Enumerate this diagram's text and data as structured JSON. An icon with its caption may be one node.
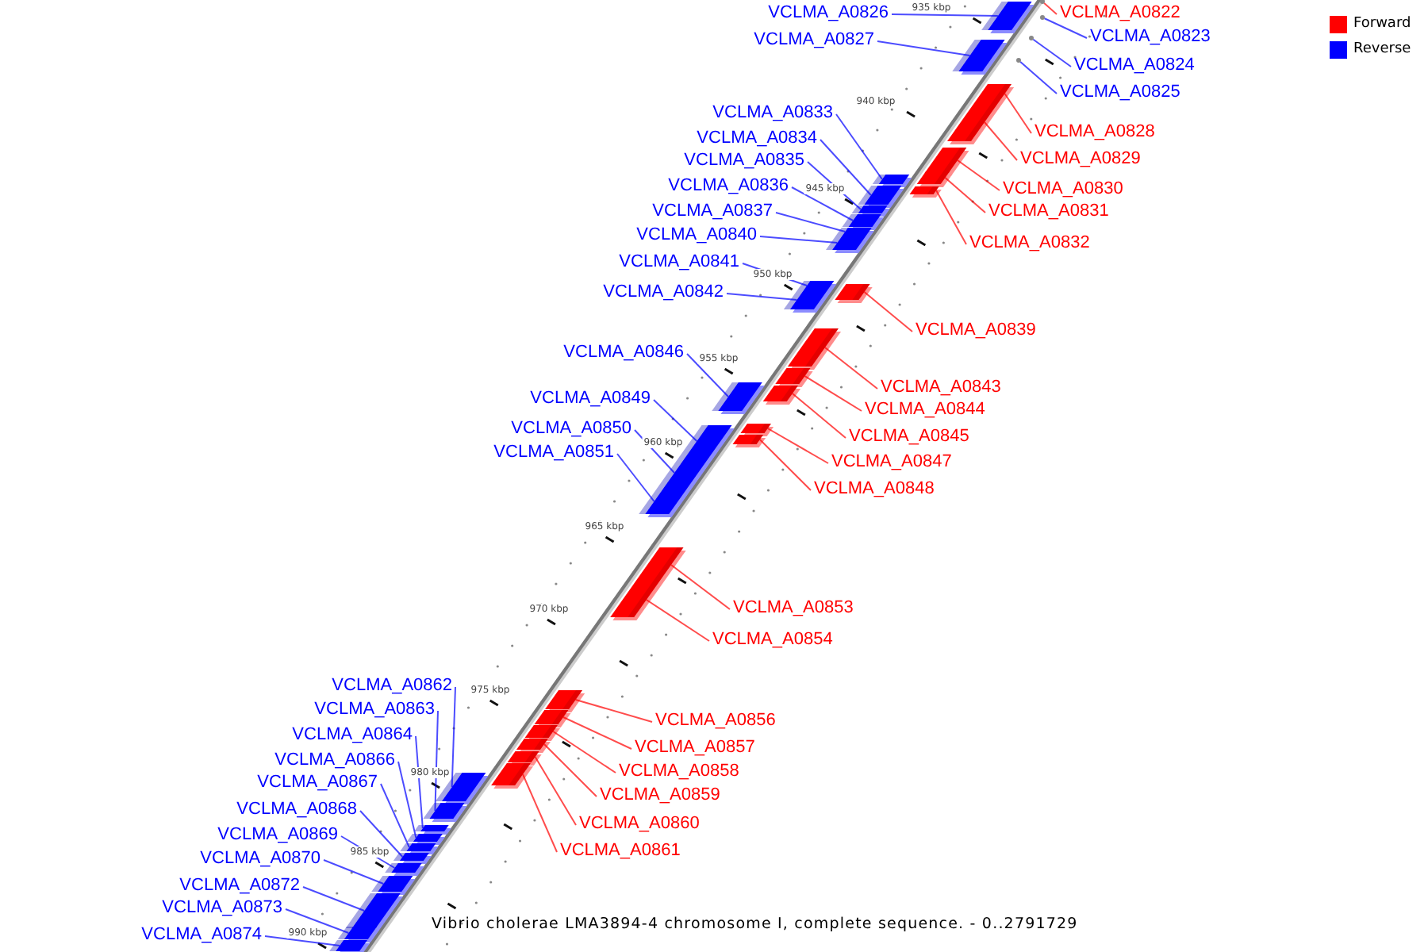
{
  "diagram": {
    "caption": "Vibrio cholerae LMA3894-4 chromosome I, complete sequence. - 0..2791729",
    "nodes": [
      {
        "text": [
          "VCLMA_A0822"
        ]
      },
      {
        "text": [
          "VCLMA_A0826"
        ]
      },
      {
        "text": [],
        "shape": "box"
      },
      {
        "text": [
          "VCLMA_A0823"
        ]
      },
      {
        "text": [
          "VCLMA_A0827"
        ]
      },
      {
        "text": [],
        "shape": "box"
      },
      {
        "text": [
          "VCLMA_A0824"
        ]
      },
      {
        "text": [
          "VCLMA_A0825"
        ]
      },
      {
        "text": [
          "VCLMA_A0833"
        ]
      },
      {
        "text": [],
        "shape": "box"
      },
      {
        "text": [
          "VCLMA_A0828"
        ]
      },
      {
        "text": [],
        "shape": "box"
      },
      {
        "text": [
          "VCLMA_A0834"
        ]
      },
      {
        "text": [],
        "shape": "box"
      },
      {
        "text": [
          "VCLMA_A0835"
        ]
      },
      {
        "text": [],
        "shape": "box"
      },
      {
        "text": [
          "VCLMA_A0829"
        ]
      },
      {
        "text": [],
        "shape": "box"
      },
      {
        "text": [
          "VCLMA_A0836"
        ]
      },
      {
        "text": [],
        "shape": "box"
      },
      {
        "text": [
          "VCLMA_A0830"
        ]
      },
      {
        "text": [],
        "shape": "box"
      },
      {
        "text": [
          "VCLMA_A0831"
        ]
      },
      {
        "text": [],
        "shape": "box"
      },
      {
        "text": [
          "VCLMA_A0837"
        ]
      },
      {
        "text": [],
        "shape": "box"
      },
      {
        "text": [
          "VCLMA_A0840"
        ]
      },
      {
        "text": [],
        "shape": "box"
      },
      {
        "text": [
          "VCLMA_A0832"
        ]
      },
      {
        "text": [],
        "shape": "box"
      },
      {
        "text": [
          "VCLMA_A0841"
        ]
      },
      {
        "text": [],
        "shape": "box"
      },
      {
        "text": [
          "VCLMA_A0842"
        ]
      },
      {
        "text": [],
        "shape": "box"
      },
      {
        "text": [
          "VCLMA_A0839"
        ]
      },
      {
        "text": [],
        "shape": "box"
      },
      {
        "text": [
          "VCLMA_A0846"
        ]
      },
      {
        "text": [],
        "shape": "box"
      },
      {
        "text": [
          "VCLMA_A0843"
        ]
      },
      {
        "text": [],
        "shape": "box"
      },
      {
        "text": [
          "VCLMA_A0849"
        ]
      },
      {
        "text": [],
        "shape": "box"
      },
      {
        "text": [
          "VCLMA_A0844"
        ]
      },
      {
        "text": [],
        "shape": "box"
      },
      {
        "text": [
          "VCLMA_A0850"
        ]
      },
      {
        "text": [],
        "shape": "box"
      },
      {
        "text": [
          "VCLMA_A0845"
        ]
      },
      {
        "text": [],
        "shape": "box"
      },
      {
        "text": [
          "VCLMA_A0851"
        ]
      },
      {
        "text": [],
        "shape": "box"
      },
      {
        "text": [
          "VCLMA_A0847"
        ]
      },
      {
        "text": [],
        "shape": "box"
      },
      {
        "text": [
          "VCLMA_A0848"
        ]
      },
      {
        "text": [],
        "shape": "box"
      },
      {
        "text": [
          "VCLMA_A0853"
        ]
      },
      {
        "text": [],
        "shape": "box"
      },
      {
        "text": [
          "VCLMA_A0854"
        ]
      },
      {
        "text": [],
        "shape": "box"
      },
      {
        "text": [
          "VCLMA_A0862"
        ]
      },
      {
        "text": [],
        "shape": "box"
      },
      {
        "text": [
          "VCLMA_A0863"
        ]
      },
      {
        "text": [],
        "shape": "box"
      },
      {
        "text": [
          "VCLMA_A0856"
        ]
      },
      {
        "text": [],
        "shape": "box"
      },
      {
        "text": [
          "VCLMA_A0864"
        ]
      },
      {
        "text": [],
        "shape": "box"
      },
      {
        "text": [
          "VCLMA_A0857"
        ]
      },
      {
        "text": [],
        "shape": "box"
      },
      {
        "text": [
          "VCLMA_A0866"
        ]
      },
      {
        "text": [],
        "shape": "box"
      },
      {
        "text": [
          "VCLMA_A0858"
        ]
      },
      {
        "text": [],
        "shape": "box"
      },
      {
        "text": [
          "VCLMA_A0867"
        ]
      },
      {
        "text": [],
        "shape": "box"
      },
      {
        "text": [
          "VCLMA_A0859"
        ]
      },
      {
        "text": [],
        "shape": "box"
      },
      {
        "text": [
          "VCLMA_A0868"
        ]
      },
      {
        "text": [],
        "shape": "box"
      },
      {
        "text": [
          "VCLMA_A0860"
        ]
      },
      {
        "text": [],
        "shape": "box"
      },
      {
        "text": [
          "VCLMA_A0869"
        ]
      },
      {
        "text": [],
        "shape": "box"
      },
      {
        "text": [
          "VCLMA_A0861"
        ]
      },
      {
        "text": [],
        "shape": "box"
      },
      {
        "text": [
          "VCLMA_A0870"
        ]
      },
      {
        "text": [],
        "shape": "box"
      },
      {
        "text": [
          "VCLMA_A0872"
        ]
      },
      {
        "text": [],
        "shape": "box"
      },
      {
        "text": [
          "VCLMA_A0873"
        ]
      },
      {
        "text": [],
        "shape": "box"
      },
      {
        "text": [
          "VCLMA_A0874"
        ]
      },
      {
        "text": [],
        "shape": "box"
      },
      {
        "text": [],
        "shape": "circle"
      },
      {
        "text": [],
        "shape": "circle"
      },
      {
        "text": [],
        "shape": "circle"
      },
      {
        "text": [],
        "shape": "circle"
      }
    ],
    "edges": [
      {
        "from": 0,
        "to": 92,
        "arrow": "none",
        "color": "#ff0000"
      },
      {
        "from": 1,
        "to": 2,
        "arrow": "none"
      },
      {
        "from": 3,
        "to": 93,
        "arrow": "none"
      },
      {
        "from": 4,
        "to": 5,
        "arrow": "none"
      },
      {
        "from": 6,
        "to": 94,
        "arrow": "none"
      },
      {
        "from": 7,
        "to": 95,
        "arrow": "none"
      },
      {
        "from": 8,
        "to": 9,
        "arrow": "none"
      },
      {
        "from": 10,
        "to": 11,
        "arrow": "none",
        "color": "#ff0000"
      },
      {
        "from": 12,
        "to": 13,
        "arrow": "none"
      },
      {
        "from": 14,
        "to": 15,
        "arrow": "none"
      },
      {
        "from": 16,
        "to": 17,
        "arrow": "none",
        "color": "#ff0000"
      },
      {
        "from": 18,
        "to": 19,
        "arrow": "none"
      },
      {
        "from": 20,
        "to": 21,
        "arrow": "none",
        "color": "#ff0000"
      },
      {
        "from": 22,
        "to": 23,
        "arrow": "none",
        "color": "#ff0000"
      },
      {
        "from": 24,
        "to": 25,
        "arrow": "none"
      },
      {
        "from": 26,
        "to": 27,
        "arrow": "none"
      },
      {
        "from": 28,
        "to": 29,
        "arrow": "none",
        "color": "#ff0000"
      },
      {
        "from": 30,
        "to": 31,
        "arrow": "none"
      },
      {
        "from": 32,
        "to": 33,
        "arrow": "none"
      },
      {
        "from": 34,
        "to": 35,
        "arrow": "none",
        "color": "#ff0000"
      },
      {
        "from": 36,
        "to": 37,
        "arrow": "none"
      },
      {
        "from": 38,
        "to": 39,
        "arrow": "none",
        "color": "#ff0000"
      },
      {
        "from": 40,
        "to": 41,
        "arrow": "none"
      },
      {
        "from": 42,
        "to": 43,
        "arrow": "none",
        "color": "#ff0000"
      },
      {
        "from": 44,
        "to": 45,
        "arrow": "none"
      },
      {
        "from": 46,
        "to": 47,
        "arrow": "none",
        "color": "#ff0000"
      },
      {
        "from": 48,
        "to": 49,
        "arrow": "none"
      },
      {
        "from": 50,
        "to": 51,
        "arrow": "none",
        "color": "#ff0000"
      },
      {
        "from": 52,
        "to": 53,
        "arrow": "none",
        "color": "#ff0000"
      },
      {
        "from": 54,
        "to": 55,
        "arrow": "none",
        "color": "#ff0000"
      },
      {
        "from": 56,
        "to": 57,
        "arrow": "none",
        "color": "#ff0000"
      },
      {
        "from": 58,
        "to": 59,
        "arrow": "none"
      },
      {
        "from": 60,
        "to": 61,
        "arrow": "none"
      },
      {
        "from": 62,
        "to": 63,
        "arrow": "none",
        "color": "#ff0000"
      },
      {
        "from": 64,
        "to": 65,
        "arrow": "none"
      },
      {
        "from": 66,
        "to": 67,
        "arrow": "none",
        "color": "#ff0000"
      },
      {
        "from": 68,
        "to": 69,
        "arrow": "none"
      },
      {
        "from": 70,
        "to": 71,
        "arrow": "none",
        "color": "#ff0000"
      },
      {
        "from": 72,
        "to": 73,
        "arrow": "none"
      },
      {
        "from": 74,
        "to": 75,
        "arrow": "none",
        "color": "#ff0000"
      },
      {
        "from": 76,
        "to": 77,
        "arrow": "none"
      },
      {
        "from": 78,
        "to": 79,
        "arrow": "none",
        "color": "#ff0000"
      },
      {
        "from": 80,
        "to": 81,
        "arrow": "none"
      },
      {
        "from": 82,
        "to": 83,
        "arrow": "none",
        "color": "#ff0000"
      },
      {
        "from": 84,
        "to": 85,
        "arrow": "none"
      },
      {
        "from": 86,
        "to": 87,
        "arrow": "none"
      },
      {
        "from": 88,
        "to": 89,
        "arrow": "none"
      },
      {
        "from": 90,
        "to": 91,
        "arrow": "none"
      }
    ],
    "labels": [
      "935 kbp",
      "940 kbp",
      "945 kbp",
      "950 kbp",
      "955 kbp",
      "960 kbp",
      "965 kbp",
      "970 kbp",
      "975 kbp",
      "980 kbp",
      "985 kbp",
      "990 kbp"
    ],
    "legend": [
      {
        "text": "Forward",
        "color": "#ff0000"
      },
      {
        "text": "Reverse",
        "color": "#0000ff"
      }
    ]
  }
}
